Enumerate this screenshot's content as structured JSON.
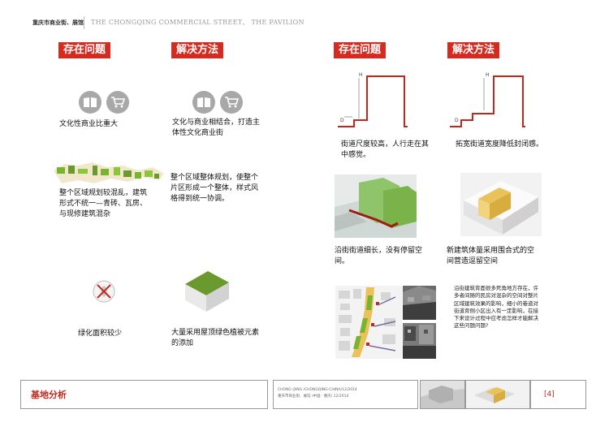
{
  "header": {
    "left_title": "重庆市商业街、展馆",
    "right_title": "THE CHONGQING COMMERCIAL STREET、 THE PAVILION"
  },
  "columns": {
    "problem_tag_1": "存在问题",
    "solution_tag_1": "解决方法",
    "problem_tag_2": "存在问题",
    "solution_tag_2": "解决方法"
  },
  "left_items": {
    "problem_1": "文化性商业比重大",
    "solution_1": "文化与商业相结合，打造主体性文化商业街",
    "problem_2": "整个区域规划较混乱，建筑形式不统一—青砖、瓦房、与现修建筑混杂",
    "solution_2": "整个区域整体规划，使整个片区形成一个整体，样式风格得到统一协调。",
    "problem_3": "绿化面积较少",
    "solution_3": "大量采用屋顶绿色植被元素的添加"
  },
  "right_items": {
    "problem_1": "街道尺度较高，人行走在其中感觉。",
    "solution_1": "拓宽街道宽度降低封闭感。",
    "problem_2": "沿街街道细长，没有停留空间。",
    "solution_2": "新建筑体量采用围合式的空间营造逗留空间",
    "note": "沿街建筑背面很多死角地方存在，许多者间随的民房对混杂的空间对整片区域建筑效果的影响，细小的巷道对街道背侧小区出入有一定影响，在接下来设计过程中应考虑怎样才能解决这些问题问题?"
  },
  "diagram_labels": {
    "h1": "H",
    "d1": "D",
    "h2": "H",
    "d2": "D"
  },
  "footer": {
    "title": "基地分析",
    "info_line1": "CHONG QING              /CHONGQING-CHINA/12/2014",
    "info_line2": "重庆市商业街、展馆              /中国 · 重庆/          12/2014",
    "page": "[4]"
  },
  "colors": {
    "accent": "#d42a1f",
    "diagram_line": "#c0281c",
    "green": "#6a9a2e",
    "yellow": "#e9c25a"
  }
}
